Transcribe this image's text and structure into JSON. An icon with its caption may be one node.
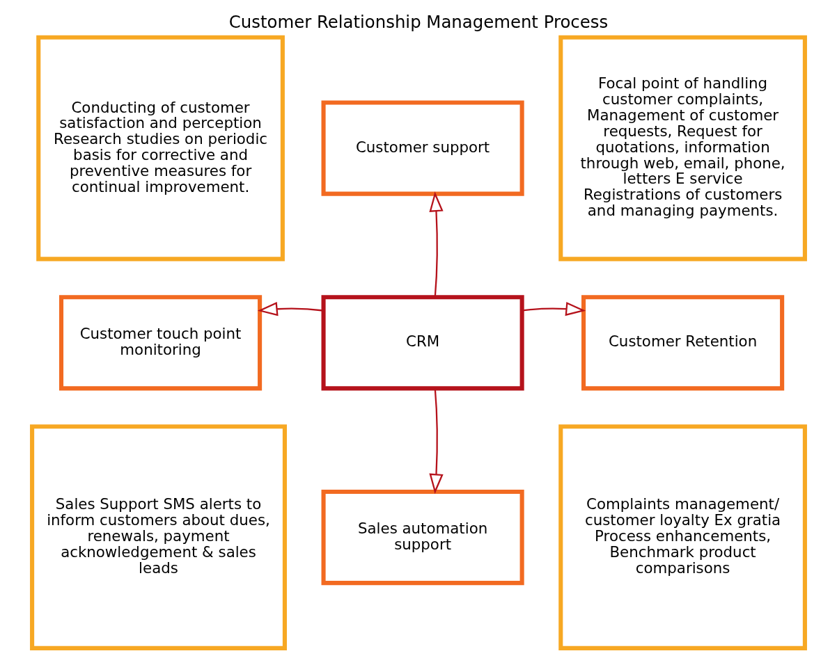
{
  "diagram": {
    "title": "Customer Relationship Management Process",
    "nodes": [
      {
        "text": [
          "Conducting of customer satisfaction and perception Research studies on periodic basis for corrective and preventive measures for continual improvement."
        ]
      },
      {
        "text": [
          "Customer support"
        ]
      },
      {
        "text": [
          "Focal point of handling customer complaints, Management of customer requests, Request for quotations, information through web, email, phone, letters E service Registrations of customers and managing payments."
        ]
      },
      {
        "text": [
          "Customer touch point monitoring"
        ]
      },
      {
        "text": [
          "CRM"
        ]
      },
      {
        "text": [
          "Customer Retention"
        ]
      },
      {
        "text": [
          "Sales Support SMS alerts to inform customers about dues, renewals, payment acknowledgement & sales leads"
        ]
      },
      {
        "text": [
          "Sales automation support"
        ]
      },
      {
        "text": [
          "Complaints management/ customer loyalty Ex gratia Process enhancements, Benchmark product comparisons"
        ]
      }
    ],
    "edges": [
      {
        "from": 4,
        "to": 1,
        "arrow": "to"
      },
      {
        "from": 4,
        "to": 3,
        "arrow": "to"
      },
      {
        "from": 4,
        "to": 5,
        "arrow": "to"
      },
      {
        "from": 4,
        "to": 7,
        "arrow": "to"
      }
    ]
  }
}
